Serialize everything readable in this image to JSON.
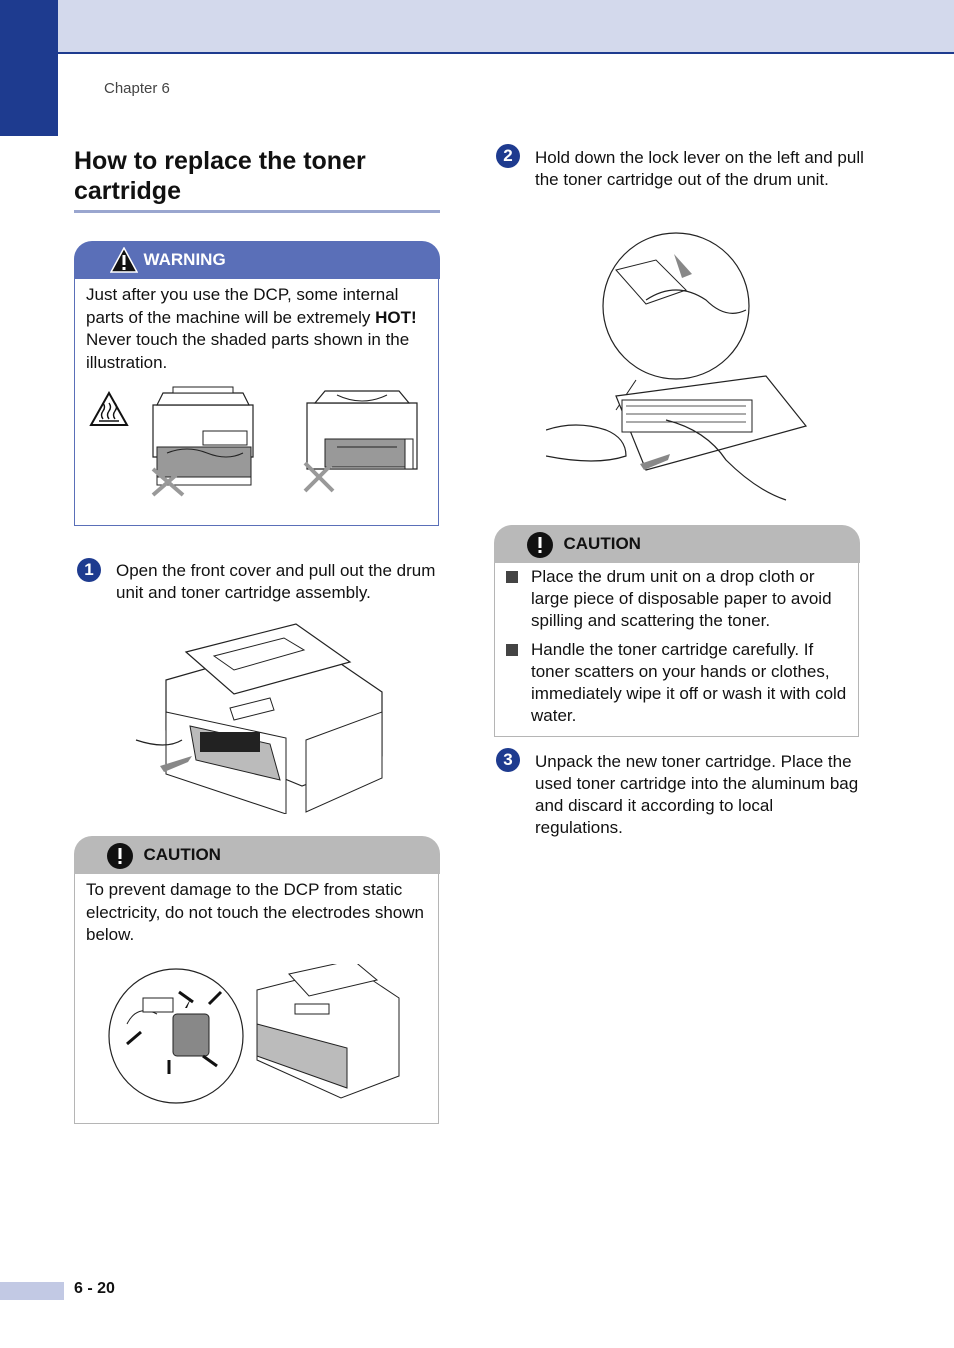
{
  "header": {
    "chapter": "Chapter 6"
  },
  "section": {
    "title": "How to replace the toner cartridge"
  },
  "warning": {
    "label": "WARNING",
    "text_before": "Just after you use the DCP, some internal parts of the machine will be extremely ",
    "text_bold": "HOT!",
    "text_after": " Never touch the shaded parts shown in the illustration."
  },
  "steps": [
    {
      "number": "1",
      "text": "Open the front cover and pull out the drum unit and toner cartridge assembly."
    },
    {
      "number": "2",
      "text": "Hold down the lock lever on the left and pull the toner cartridge out of the drum unit."
    },
    {
      "number": "3",
      "text": "Unpack the new toner cartridge. Place the used toner cartridge into the aluminum bag and discard it according to local regulations."
    }
  ],
  "caution1": {
    "label": "CAUTION",
    "text": "To prevent damage to the DCP from static electricity, do not touch the electrodes shown below."
  },
  "caution2": {
    "label": "CAUTION",
    "items": [
      "Place the drum unit on a drop cloth or large piece of disposable paper to avoid spilling and scattering the toner.",
      "Handle the toner cartridge carefully. If toner scatters on your hands or clothes, immediately wipe it off or wash it with cold water."
    ]
  },
  "footer": {
    "page": "6 - 20"
  },
  "icons": [
    "warning-triangle-icon",
    "exclamation-icon",
    "hot-surface-icon"
  ],
  "colors": {
    "accent": "#1e3b8f",
    "warning_header": "#5a6fb8",
    "caution_header": "#b9b9b9",
    "top_band": "#d3d9ec"
  }
}
